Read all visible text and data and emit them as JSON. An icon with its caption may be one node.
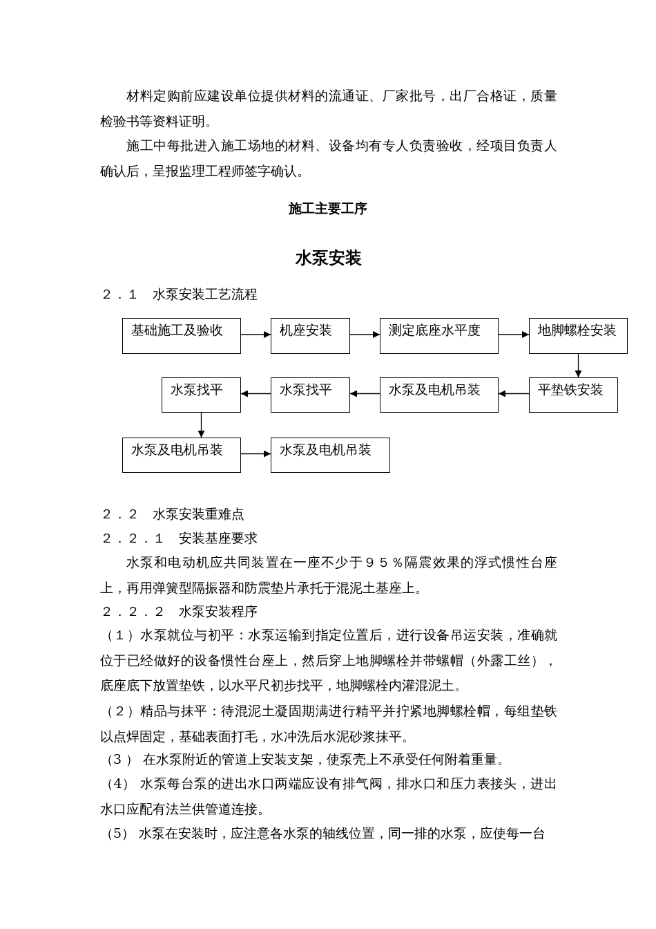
{
  "diagram": {
    "title": "水泵安装",
    "nodes": [
      {
        "text": [
          "基础施工及验收"
        ]
      },
      {
        "text": [
          "机座安装"
        ]
      },
      {
        "text": [
          "测定底座水平度"
        ]
      },
      {
        "text": [
          "地脚螺栓安装"
        ]
      },
      {
        "text": [
          "水泵找平"
        ]
      },
      {
        "text": [
          "水泵找平"
        ]
      },
      {
        "text": [
          "水泵及电机吊装"
        ]
      },
      {
        "text": [
          "平垫铁安装"
        ]
      },
      {
        "text": [
          "水泵及电机吊装"
        ]
      },
      {
        "text": [
          "水泵及电机吊装"
        ]
      }
    ],
    "edges": [
      {
        "from": 0,
        "to": 1,
        "arrow": "to"
      },
      {
        "from": 1,
        "to": 2,
        "arrow": "to"
      },
      {
        "from": 2,
        "to": 3,
        "arrow": "to"
      },
      {
        "from": 3,
        "to": 7,
        "arrow": "to"
      },
      {
        "from": 7,
        "to": 6,
        "arrow": "to"
      },
      {
        "from": 6,
        "to": 5,
        "arrow": "to"
      },
      {
        "from": 5,
        "to": 4,
        "arrow": "to"
      },
      {
        "from": 4,
        "to": 8,
        "arrow": "to"
      },
      {
        "from": 8,
        "to": 9,
        "arrow": "to"
      }
    ],
    "labels": [
      "材料定购前应建设单位提供材料的流通证、厂家批号，出厂合格证，质量检验书等资料证明。",
      "施工中每批进入施工场地的材料、设备均有专人负责验收，经项目负责人确认后，呈报监理工程师签字确认。",
      "施工主要工序",
      "２．１　水泵安装工艺流程",
      "２．２　水泵安装重难点",
      "２．２．１　安装基座要求",
      "水泵和电动机应共同装置在一座不少于９５％隔震效果的浮式惯性台座上，再用弹簧型隔振器和防震垫片承托于混泥土基座上。",
      "２．２．２　水泵安装程序",
      "（１）水泵就位与初平：水泵运输到指定位置后，进行设备吊运安装，准确就位于已经做好的设备惯性台座上，然后穿上地脚螺栓并带螺帽（外露工丝），底座底下放置垫铁，以水平尺初步找平，地脚螺栓内灌混泥土。",
      "（２）精品与抹平：待混泥土凝固期满进行精平并拧紧地脚螺栓帽，每组垫铁以点焊固定，基础表面打毛，水冲洗后水泥砂浆抹平。",
      "（3 ） 在水泵附近的管道上安装支架，使泵壳上不承受任何附着重量。",
      "（4） 水泵每台泵的进出水口两端应设有排气阀，排水口和压力表接头，进出水口应配有法兰供管道连接。",
      "（5） 水泵在安装时，应注意各水泵的轴线位置，同一排的水泵，应使每一台"
    ]
  }
}
